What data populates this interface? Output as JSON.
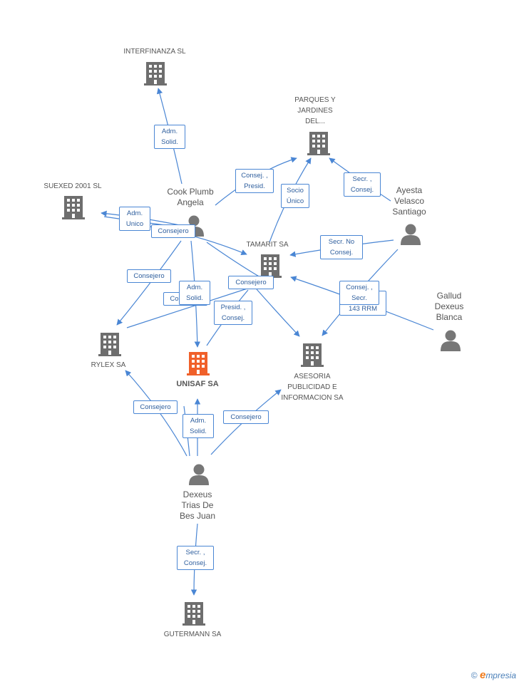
{
  "nodes": {
    "interfinanza": "INTERFINANZA SL",
    "parques": "PARQUES Y JARDINES DEL...",
    "suexed": "SUEXED 2001 SL",
    "cook": "Cook Plumb Angela",
    "ayesta": "Ayesta Velasco Santiago",
    "tamarit": "TAMARIT SA",
    "gallud": "Gallud Dexeus Blanca",
    "rylex": "RYLEX SA",
    "unisaf": "UNISAF SA",
    "asesoria": "ASESORIA PUBLICIDAD E INFORMACION SA",
    "dexeus": "Dexeus Trias De Bes Juan",
    "gutermann": "GUTERMANN SA"
  },
  "edges": {
    "cook_interfinanza": "Adm. Solid.",
    "cook_parques": "Consej. , Presid.",
    "tamarit_parques": "Socio Único",
    "ayesta_parques": "Secr. , Consej.",
    "cook_suexed": "Adm. Unico",
    "cook_tamarit": "Consejero",
    "ayesta_tamarit": "Secr. No Consej.",
    "cook_rylex": "Consejero",
    "cook_unisaf": "Adm. Solid.",
    "cook_unisaf_2": "Consejero",
    "tamarit_asesoria": "Consejero",
    "tamarit_unisaf": "Presid. , Consej.",
    "gallud_tamarit": "Consej. , Secr.",
    "ayesta_asesoria": "143 RRM",
    "dexeus_rylex": "Consejero",
    "dexeus_unisaf": "Adm. Solid.",
    "dexeus_asesoria": "Consejero",
    "dexeus_gutermann": "Secr. , Consej."
  },
  "colors": {
    "edge": "#4a86d4",
    "company": "#6e6e6e",
    "focus_company": "#f0602a",
    "person": "#777777"
  },
  "footer": {
    "copyright": "©",
    "brand_e": "e",
    "brand_rest": "mpresia"
  }
}
